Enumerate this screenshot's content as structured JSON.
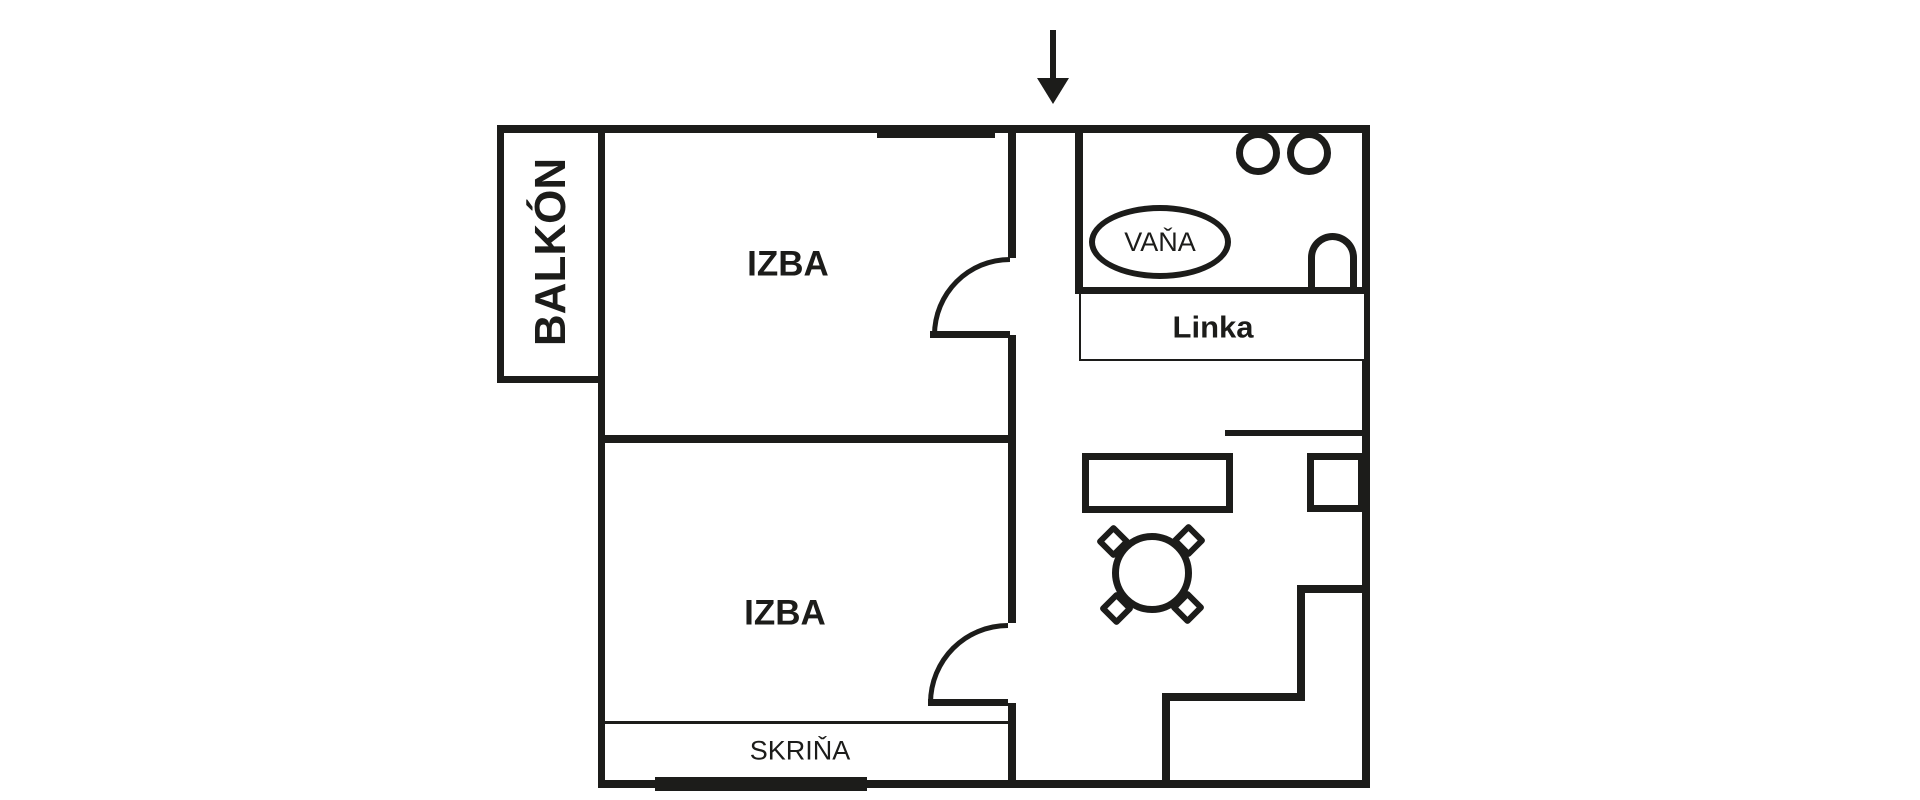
{
  "floor_plan": {
    "background_color": "#ffffff",
    "line_color": "#1c1c1a",
    "labels": {
      "balcony": "BALKÓN",
      "room_upper": "IZBA",
      "room_lower": "IZBA",
      "wardrobe": "SKRIŇA",
      "bathtub": "VAŇA",
      "kitchen_unit": "Linka"
    }
  }
}
